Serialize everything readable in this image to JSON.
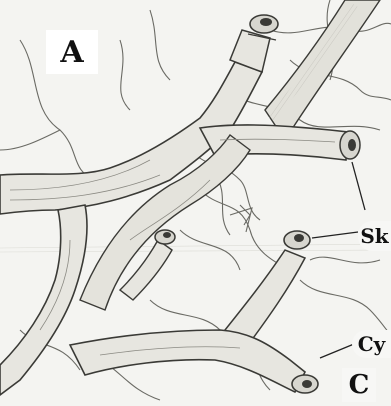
{
  "panel_letter": "A",
  "labels": {
    "sk": "Sk",
    "cy": "Cy",
    "c": "C"
  },
  "colors": {
    "background": "#f4f4f1",
    "vessel_fill": "#e7e6e0",
    "ink": "#3a3a36",
    "fine_ink": "#6a6a64"
  }
}
